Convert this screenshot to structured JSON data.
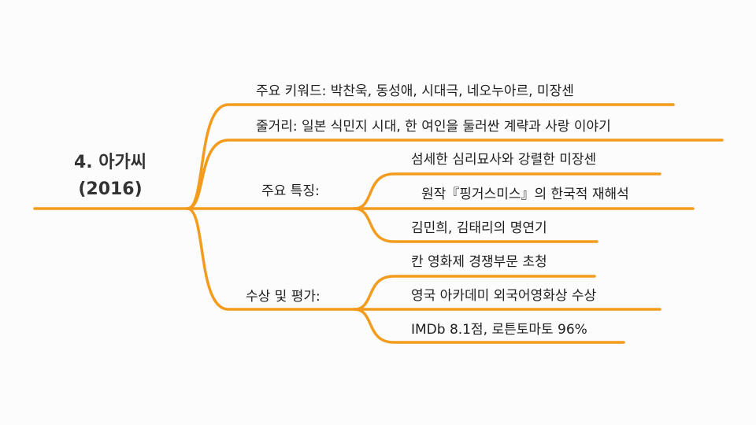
{
  "root": {
    "title": "4. 아가씨",
    "year": "(2016)"
  },
  "branches": {
    "keywords": "주요 키워드: 박찬욱, 동성애, 시대극, 네오누아르, 미장센",
    "synopsis": "줄거리: 일본 식민지 시대, 한 여인을 둘러싼 계략과 사랑 이야기",
    "features": {
      "label": "주요 특징:",
      "items": [
        "섬세한 심리묘사와 강렬한 미장센",
        "원작『핑거스미스』의 한국적 재해석",
        "김민희, 김태리의 명연기"
      ]
    },
    "awards": {
      "label": "수상 및 평가:",
      "items": [
        "칸 영화제 경쟁부문 초청",
        "영국 아카데미 외국어영화상 수상",
        "IMDb 8.1점, 로튼토마토 96%"
      ]
    }
  },
  "colors": {
    "branch": "#f29b1d",
    "text": "#1e1e1e",
    "root_text": "#333333"
  }
}
